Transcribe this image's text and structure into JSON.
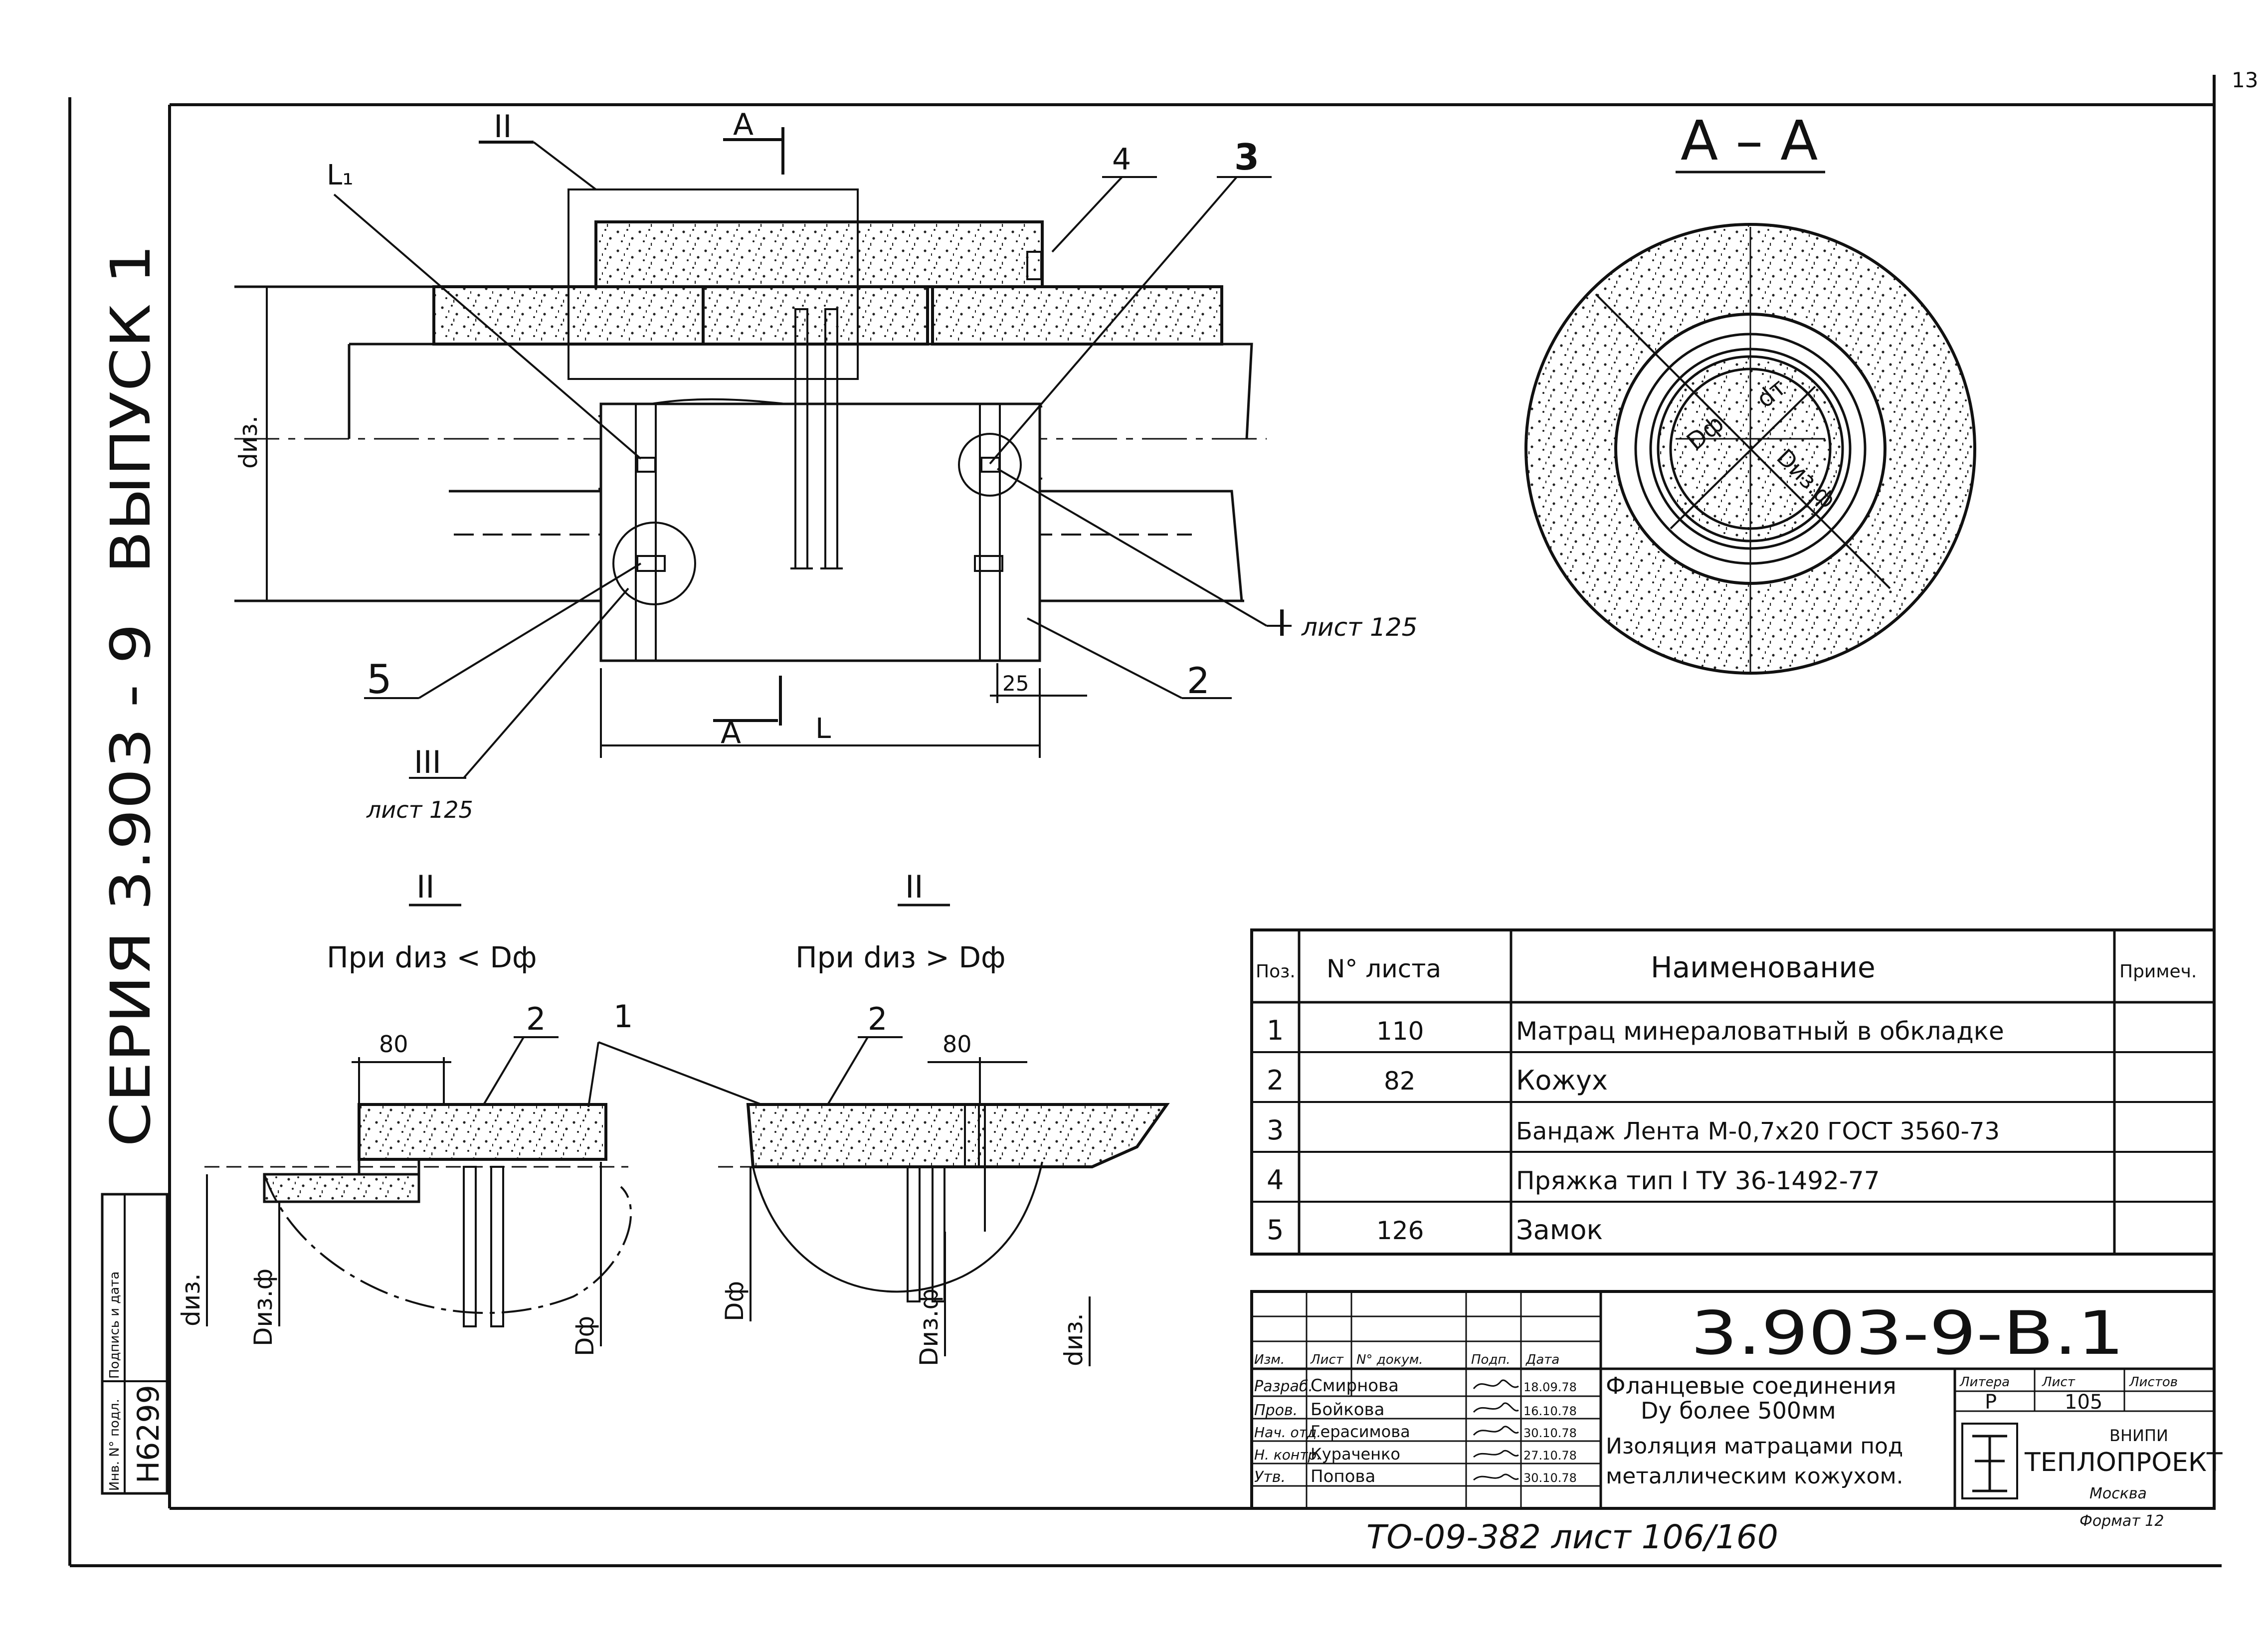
{
  "sheet_corner": "13",
  "side_stamp": {
    "vypusk": "ВЫПУСК 1",
    "seriya": "СЕРИЯ   3.903 - 9",
    "inv_labels": [
      "Инв. N° подл.",
      "Подпись и дата"
    ],
    "inv_number": "Н6299"
  },
  "main_view": {
    "labels": {
      "view_II": "II",
      "section_A_top": "A",
      "section_A_bottom": "A",
      "L1": "L₁",
      "item4": "4",
      "item3": "3",
      "item5": "5",
      "item2": "2",
      "diam": "dиз.",
      "ref_I": "I",
      "ref_I_sheet": "лист 125",
      "ref_III": "III",
      "ref_III_sheet": "лист 125",
      "dim_25": "25",
      "dim_L": "L"
    }
  },
  "section_AA": {
    "title": "A – A",
    "labels": {
      "Dph": "Dф",
      "dt": "dт",
      "Diz": "Dиз.ф"
    }
  },
  "detail_left": {
    "ref": "II",
    "caption": "При dиз < Dф",
    "dim": "80",
    "item2": "2",
    "item1": "1",
    "v1": "dиз.",
    "v2": "Dиз.ф",
    "v3": "Dф"
  },
  "detail_right": {
    "ref": "II",
    "caption": "При dиз > Dф",
    "dim": "80",
    "item2": "2",
    "v1": "Dф",
    "v2": "Dиз.ф",
    "v3": "dиз."
  },
  "spec_table": {
    "headers": [
      "Поз.",
      "N° листа",
      "Наименование",
      "Примеч."
    ],
    "rows": [
      [
        "1",
        "110",
        "Матрац минераловатный в обкладке",
        ""
      ],
      [
        "2",
        "82",
        "Кожух",
        ""
      ],
      [
        "3",
        "",
        "Бандаж Лента М-0,7х20 ГОСТ 3560-73",
        ""
      ],
      [
        "4",
        "",
        "Пряжка тип I  ТУ 36-1492-77",
        ""
      ],
      [
        "5",
        "126",
        "Замок",
        ""
      ]
    ]
  },
  "title_block": {
    "doc_code": "3.903-9-В.1",
    "head": [
      "Изм.",
      "Лист",
      "N° докум.",
      "Подп.",
      "Дата"
    ],
    "staff": [
      {
        "role": "Разраб.",
        "name": "Смирнова",
        "date": "18.09.78"
      },
      {
        "role": "Пров.",
        "name": "Бойкова",
        "date": "16.10.78"
      },
      {
        "role": "Нач. отд.",
        "name": "Герасимова",
        "date": "30.10.78"
      },
      {
        "role": "Н. контр.",
        "name": "Кураченко",
        "date": "27.10.78"
      },
      {
        "role": "Утв.",
        "name": "Попова",
        "date": "30.10.78"
      }
    ],
    "title_lines": [
      "Фланцевые соединения",
      "Dу более 500мм",
      "Изоляция матрацами под",
      "металлическим кожухом."
    ],
    "lit_head": [
      "Литера",
      "Лист",
      "Листов"
    ],
    "lit_vals": [
      "Р",
      "105",
      ""
    ],
    "org_small": "ВНИПИ",
    "org": "ТЕПЛОПРОЕКТ",
    "city": "Москва",
    "format": "Формат 12"
  },
  "footer_note": "ТО-09-382 лист 106/160"
}
